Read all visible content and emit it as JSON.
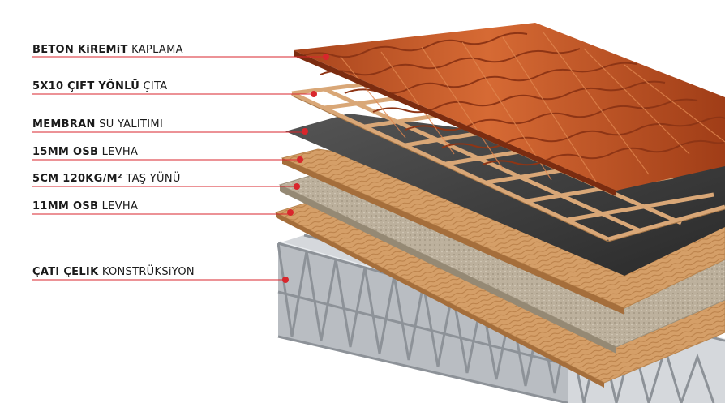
{
  "layers": [
    {
      "bold": "BETON KiREMiT",
      "rest": "KAPLAMA"
    },
    {
      "bold": "5X10 ÇIFT YÖNLÜ",
      "rest": "ÇITA"
    },
    {
      "bold": "MEMBRAN",
      "rest": "SU YALITIMI"
    },
    {
      "bold": "15MM OSB",
      "rest": "LEVHA"
    },
    {
      "bold": "5CM 120KG/M²",
      "rest": "TAŞ YÜNÜ"
    },
    {
      "bold": "11MM OSB",
      "rest": "LEVHA"
    },
    {
      "bold": "ÇATI ÇELIK",
      "rest": "KONSTRÜKSiYON"
    }
  ],
  "colors": {
    "leader": "#d9262c",
    "tile": "#c8572a",
    "tile_dark": "#8e3515",
    "batten": "#d9a777",
    "membrane": "#3a3a3a",
    "osb": "#d59f68",
    "wool": "#b9ad99",
    "steel": "#a9adb2"
  }
}
